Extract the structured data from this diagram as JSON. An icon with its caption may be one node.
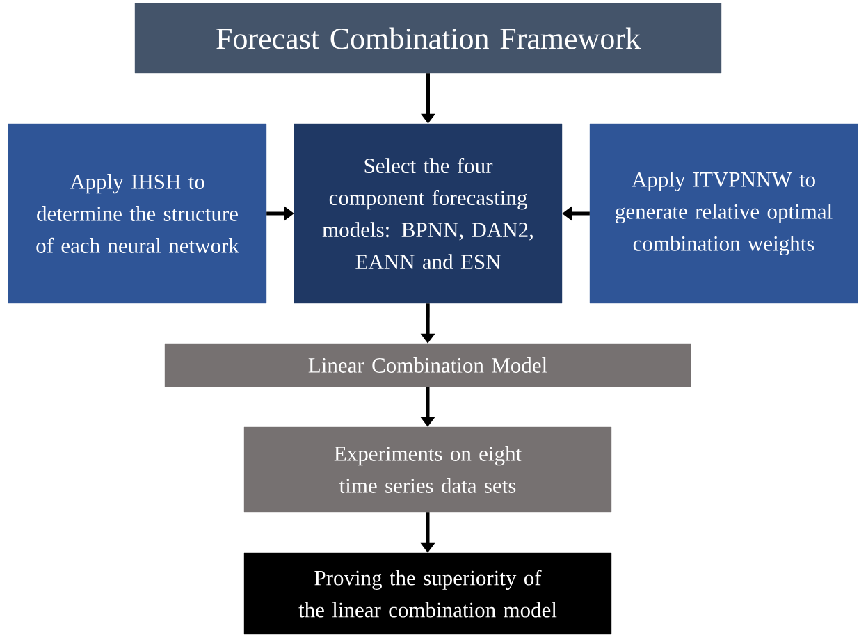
{
  "diagram": {
    "nodes": [
      {
        "text": [
          "Forecast Combination Framework"
        ]
      },
      {
        "text": [
          "Apply IHSH to determine the structure of each neural network"
        ]
      },
      {
        "text": [
          "Select the four component forecasting models: BPNN, DAN2, EANN and ESN"
        ]
      },
      {
        "text": [
          "Apply ITVPNNW to generate relative optimal combination weights"
        ]
      },
      {
        "text": [
          "Linear Combination Model"
        ]
      },
      {
        "text": [
          "Experiments on eight time series data sets"
        ]
      },
      {
        "text": [
          "Proving the superiority of the linear combination model"
        ]
      }
    ],
    "edges": [
      {
        "from": 0,
        "to": 2,
        "arrow": "to"
      },
      {
        "from": 1,
        "to": 2,
        "arrow": "to"
      },
      {
        "from": 3,
        "to": 2,
        "arrow": "to"
      },
      {
        "from": 2,
        "to": 4,
        "arrow": "to"
      },
      {
        "from": 4,
        "to": 5,
        "arrow": "to"
      },
      {
        "from": 5,
        "to": 6,
        "arrow": "to"
      }
    ]
  }
}
